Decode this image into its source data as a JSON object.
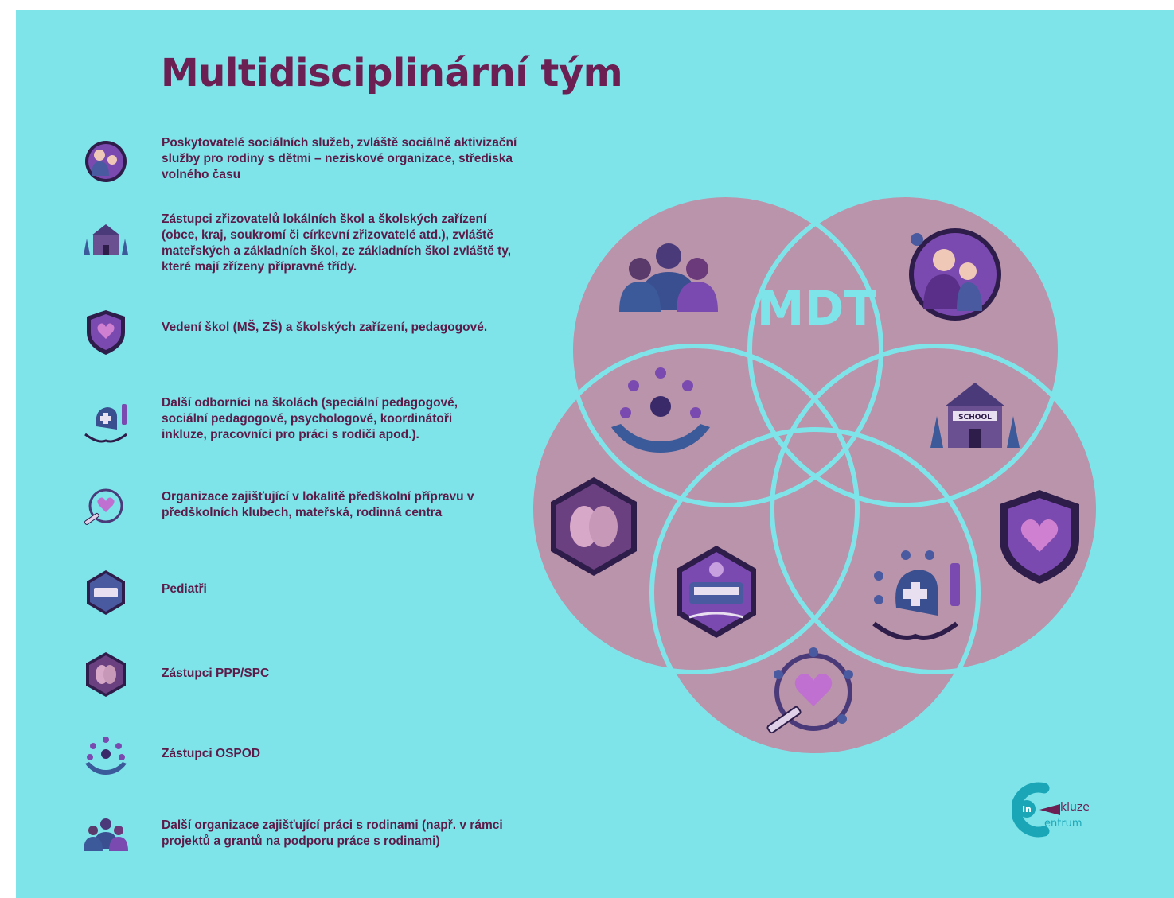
{
  "title": "Multidisciplinární tým",
  "center_label": "MDT",
  "items": [
    {
      "icon": "family-icon",
      "text": "Poskytovatelé sociálních služeb, zvláště sociálně aktivizační služby pro rodiny s dětmi – neziskové organizace, střediska volného času"
    },
    {
      "icon": "school-icon",
      "text": "Zástupci zřizovatelů lokálních škol a školských zařízení (obce, kraj, soukromí či církevní zřizovatelé atd.), zvláště mateřských a základních škol, ze základních škol zvláště ty, které mají zřízeny přípravné třídy."
    },
    {
      "icon": "heart-shield-icon",
      "text": "Vedení škol (MŠ, ZŠ) a školských zařízení, pedagogové."
    },
    {
      "icon": "head-cross-hands-icon",
      "text": "Další odborníci na školách (speciální pedagogové, sociální pedagogové, psychologové, koordinátoři inkluze, pracovníci pro práci s rodiči apod.)."
    },
    {
      "icon": "heart-network-pencil-icon",
      "text": "Organizace zajišťující v lokalitě předškolní přípravu v předškolních klubech, mateřská, rodinná centra"
    },
    {
      "icon": "bus-hand-icon",
      "text": "Pediatři"
    },
    {
      "icon": "brain-hexagon-icon",
      "text": "Zástupci PPP/SPC"
    },
    {
      "icon": "people-circle-hands-icon",
      "text": "Zástupci OSPOD"
    },
    {
      "icon": "three-people-icon",
      "text": "Další organizace zajišťující práci s rodinami (např. v rámci projektů a grantů na podporu práce s rodinami)"
    }
  ],
  "logo": {
    "part1": "in",
    "part2": "kluze",
    "part3": "entrum"
  },
  "colors": {
    "background": "#7fe4ea",
    "circle_fill": "#b994aa",
    "title": "#6b1f52",
    "text": "#5c1c4a",
    "icon_dark": "#2e1d4a",
    "icon_purple": "#7b4ab0",
    "logo_teal": "#1aa6b6"
  }
}
